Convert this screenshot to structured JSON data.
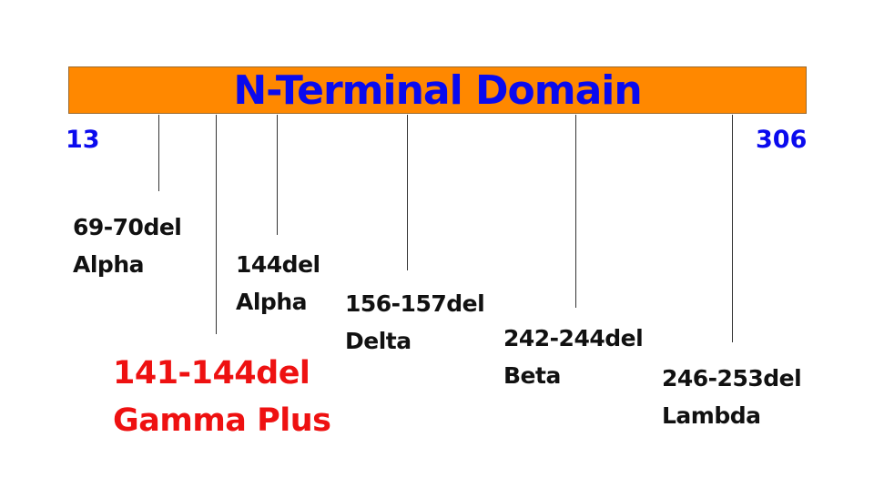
{
  "title": "N-Terminal Domain",
  "start": "13",
  "end": "306",
  "colors": {
    "bar": "#ff8800",
    "title": "#0a0aee",
    "highlight": "#ee1111"
  },
  "mutations": [
    {
      "position": "69-70del",
      "variant": "Alpha"
    },
    {
      "position": "141-144del",
      "variant": "Gamma Plus"
    },
    {
      "position": "144del",
      "variant": "Alpha"
    },
    {
      "position": "156-157del",
      "variant": "Delta"
    },
    {
      "position": "242-244del",
      "variant": "Beta"
    },
    {
      "position": "246-253del",
      "variant": "Lambda"
    }
  ]
}
